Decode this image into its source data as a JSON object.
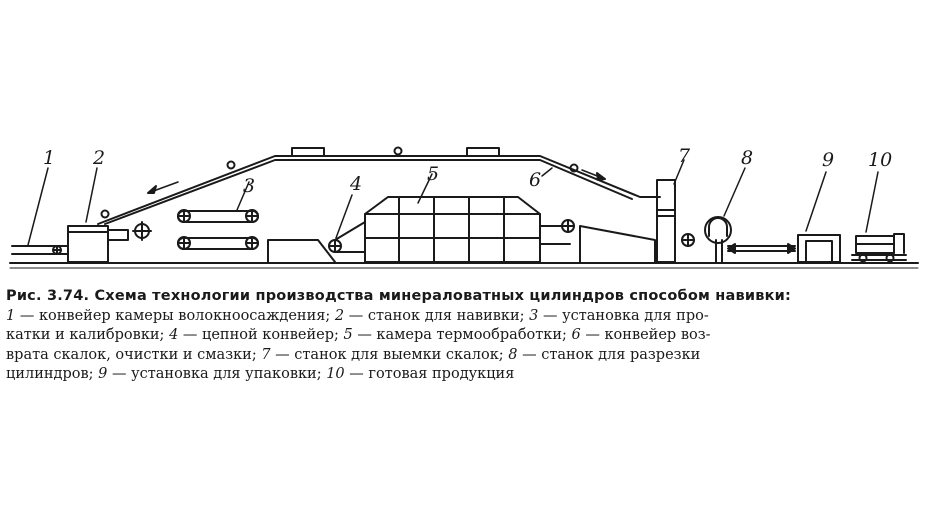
{
  "figure": {
    "labels": [
      "1",
      "2",
      "3",
      "4",
      "5",
      "6",
      "7",
      "8",
      "9",
      "10"
    ]
  },
  "caption": {
    "title": "Рис. 3.74. Схема технологии производства минераловатных цилиндров способом навивки:",
    "lines": [
      [
        "1",
        " — конвейер камеры волокноосаждения; ",
        "2",
        " — станок для навивки; ",
        "3",
        " — установка для про-"
      ],
      [
        "катки и калибровки; ",
        "4",
        " — цепной конвейер; ",
        "5",
        " — камера термообработки; ",
        "6",
        " — конвейер воз-"
      ],
      [
        "врата скалок, очистки и смазки; ",
        "7",
        " — станок для выемки скалок; ",
        "8",
        " — станок для разрезки"
      ],
      [
        "цилиндров; ",
        "9",
        " — установка для упаковки; ",
        "10",
        " — готовая продукция"
      ]
    ]
  }
}
